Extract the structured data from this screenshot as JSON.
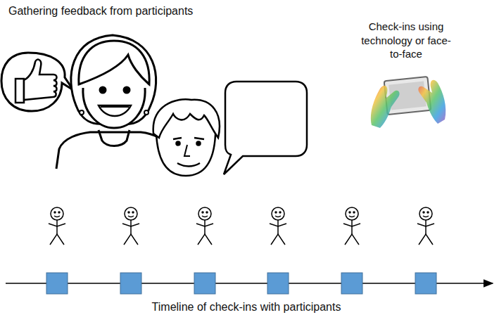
{
  "diagram": {
    "labels": [
      "Gathering feedback from participants",
      "Check-ins using technology or face-to-face",
      "Timeline of check-ins with participants"
    ]
  }
}
